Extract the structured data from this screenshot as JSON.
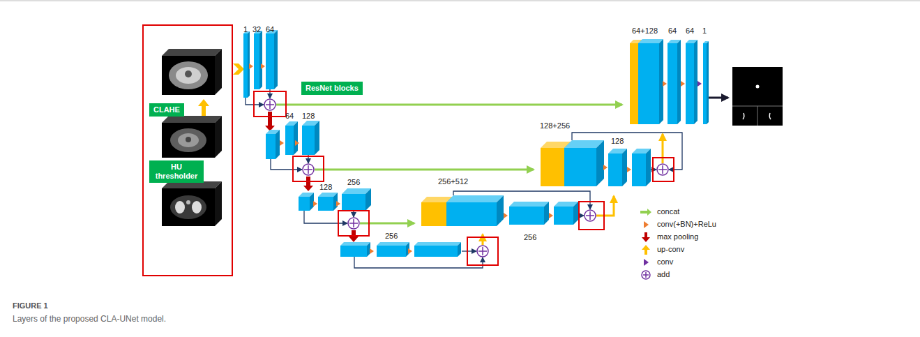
{
  "diagram": {
    "caption": "Layers of the proposed CLA-UNet model.",
    "nodes": [
      {
        "text": [
          "CLAHE"
        ]
      },
      {
        "text": [
          "HU thresholder"
        ]
      },
      {
        "text": [
          "ResNet blocks"
        ]
      }
    ],
    "labels": [
      "1",
      "32",
      "64",
      "64",
      "128",
      "128",
      "256",
      "256",
      "256+512",
      "256",
      "128+256",
      "128",
      "64+128",
      "64",
      "64",
      "1",
      "FIGURE 1"
    ],
    "legend": [
      {
        "text": "concat",
        "color": "#92d050"
      },
      {
        "text": "conv(+BN)+ReLu",
        "color": "#ed7d31"
      },
      {
        "text": "max pooling",
        "color": "#c00000"
      },
      {
        "text": "up-conv",
        "color": "#ffc000"
      },
      {
        "text": "conv",
        "color": "#7030a0"
      },
      {
        "text": "add"
      }
    ]
  }
}
